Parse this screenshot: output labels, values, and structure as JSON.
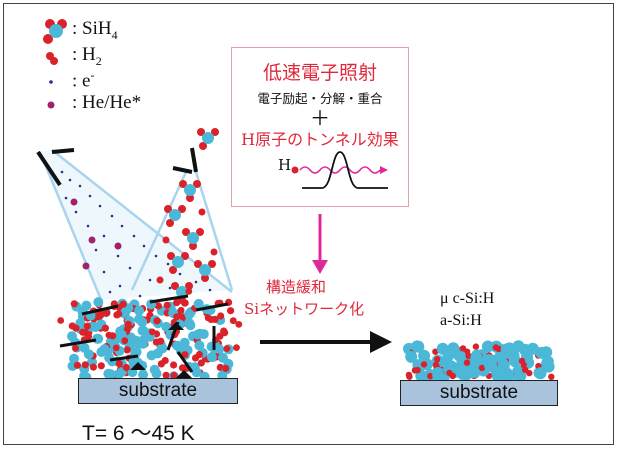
{
  "legend": [
    {
      "symbol": "sih4-molecule-icon",
      "label": ": SiH",
      "sub": "4"
    },
    {
      "symbol": "h2-molecule-icon",
      "label": ": H",
      "sub": "2"
    },
    {
      "symbol": "electron-dot-icon",
      "label": ": e",
      "sup": "-"
    },
    {
      "symbol": "he-atom-icon",
      "label": ": He/He*"
    }
  ],
  "process_box": {
    "title": "低速電子照射",
    "subtitle": "電子励起・分解・重合",
    "plus": "＋",
    "tunnel": "H原子のトンネル効果",
    "h_label": "H"
  },
  "transform": {
    "line1": "構造緩和",
    "line2": "Siネットワーク化"
  },
  "product": {
    "line1": "μ c-Si:H",
    "line2": "a-Si:H"
  },
  "substrate_label": "substrate",
  "temperature": "T= 6 ～45 K",
  "colors": {
    "red_text": "#e0283c",
    "si_blue": "#4bb8d8",
    "h_red": "#d9222a",
    "beam": "#a8d4ee",
    "he_purple": "#a0226e",
    "substrate": "#a9c3dc",
    "arrow_pink": "#e0289a"
  }
}
